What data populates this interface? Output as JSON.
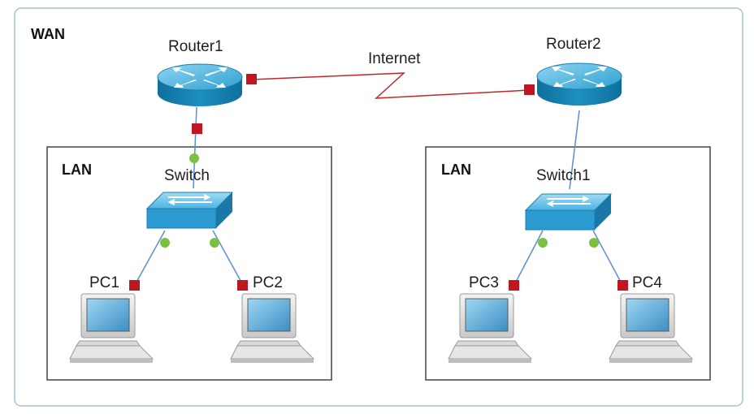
{
  "wan": {
    "label": "WAN"
  },
  "lans": [
    {
      "label": "LAN"
    },
    {
      "label": "LAN"
    }
  ],
  "routers": [
    {
      "label": "Router1"
    },
    {
      "label": "Router2"
    }
  ],
  "internet": {
    "label": "Internet"
  },
  "switches": [
    {
      "label": "Switch"
    },
    {
      "label": "Switch1"
    }
  ],
  "pcs": [
    {
      "label": "PC1"
    },
    {
      "label": "PC2"
    },
    {
      "label": "PC3"
    },
    {
      "label": "PC4"
    }
  ],
  "colors": {
    "wan_border": "#a9c1d6",
    "lan_border": "#444444",
    "router_body": "#1f8fbf",
    "switch_body": "#2a9ad0",
    "cable": "#5b8ed6",
    "serial": "#c0272d",
    "port_red": "#c0161f",
    "port_green": "#7ac142"
  }
}
